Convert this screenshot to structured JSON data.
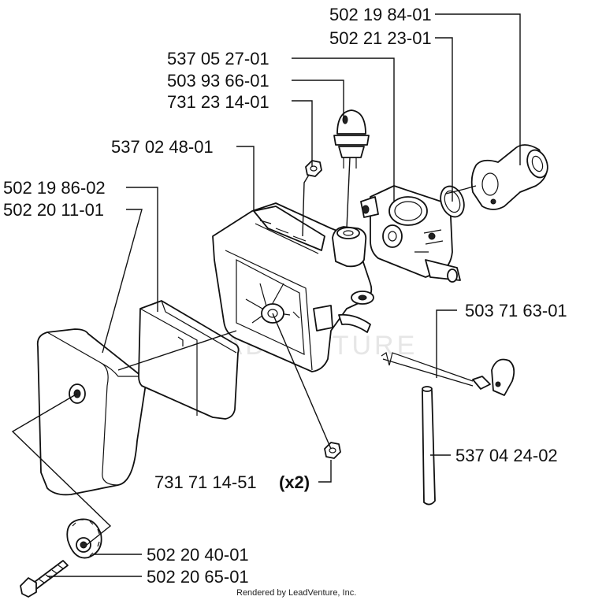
{
  "parts": {
    "p1": "502 19 84-01",
    "p2": "502 21 23-01",
    "p3": "537 05 27-01",
    "p4": "503 93 66-01",
    "p5": "731 23 14-01",
    "p6": "537 02 48-01",
    "p7": "502 19 86-02",
    "p8": "502 20 11-01",
    "p9": "503 71 63-01",
    "p10": "537 04 24-02",
    "p11": "731 71 14-51",
    "p11_qty": "(x2)",
    "p12": "502 20 40-01",
    "p13": "502 20 65-01"
  },
  "watermark": "LEADVENTURE",
  "footer": "Rendered by LeadVenture, Inc."
}
